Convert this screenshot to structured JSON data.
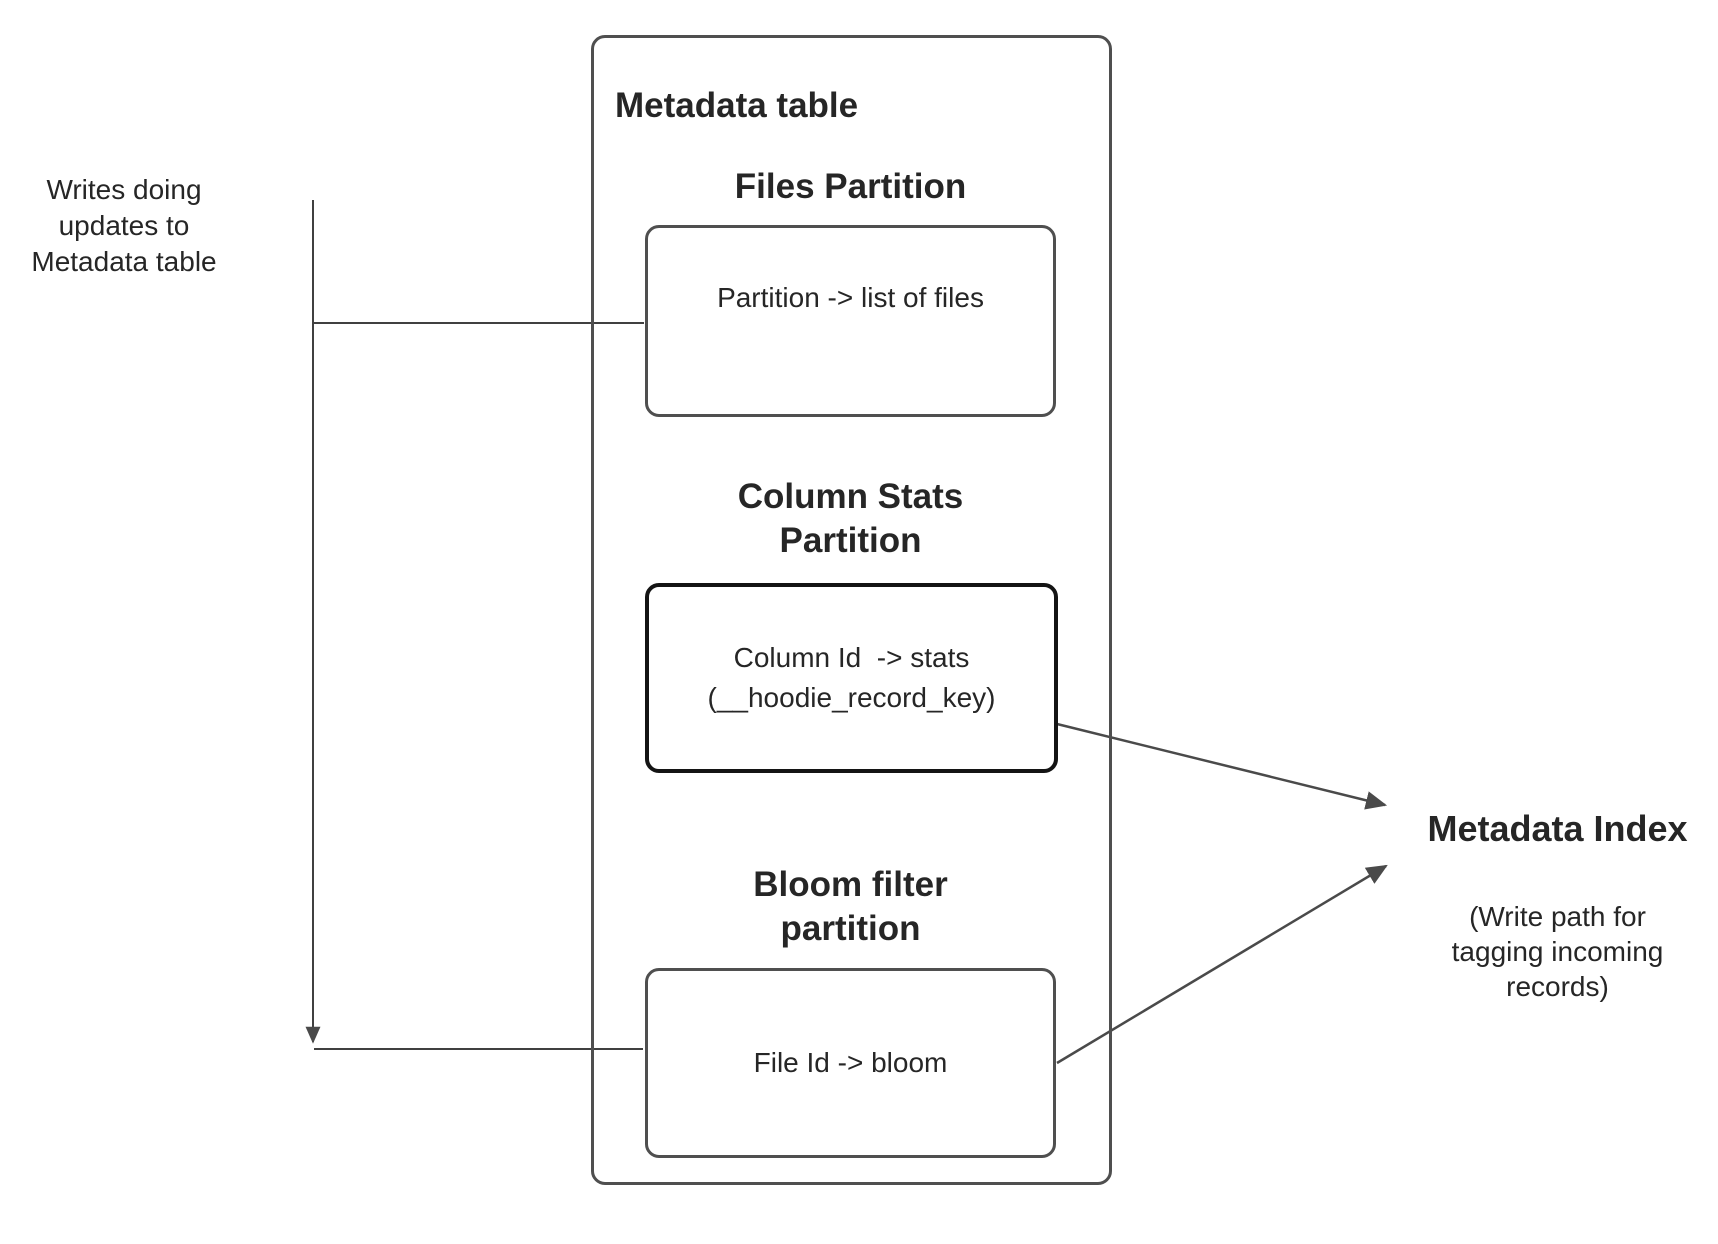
{
  "colors": {
    "background": "#ffffff",
    "box_border_gray": "#4f4f4f",
    "box_border_emphasis": "#141414",
    "connector": "#454545",
    "text": "#262626"
  },
  "writes_label": "Writes doing\nupdates to\nMetadata table",
  "metadata_table": {
    "title": "Metadata table",
    "partitions": [
      {
        "heading": "Files Partition",
        "body": "Partition -> list of files"
      },
      {
        "heading": "Column Stats\nPartition",
        "body": "Column Id  -> stats\n(__hoodie_record_key)"
      },
      {
        "heading": "Bloom filter\npartition",
        "body": "File Id -> bloom"
      }
    ]
  },
  "metadata_index": {
    "title": "Metadata Index",
    "subtitle": "(Write path for\ntagging incoming\nrecords)"
  }
}
